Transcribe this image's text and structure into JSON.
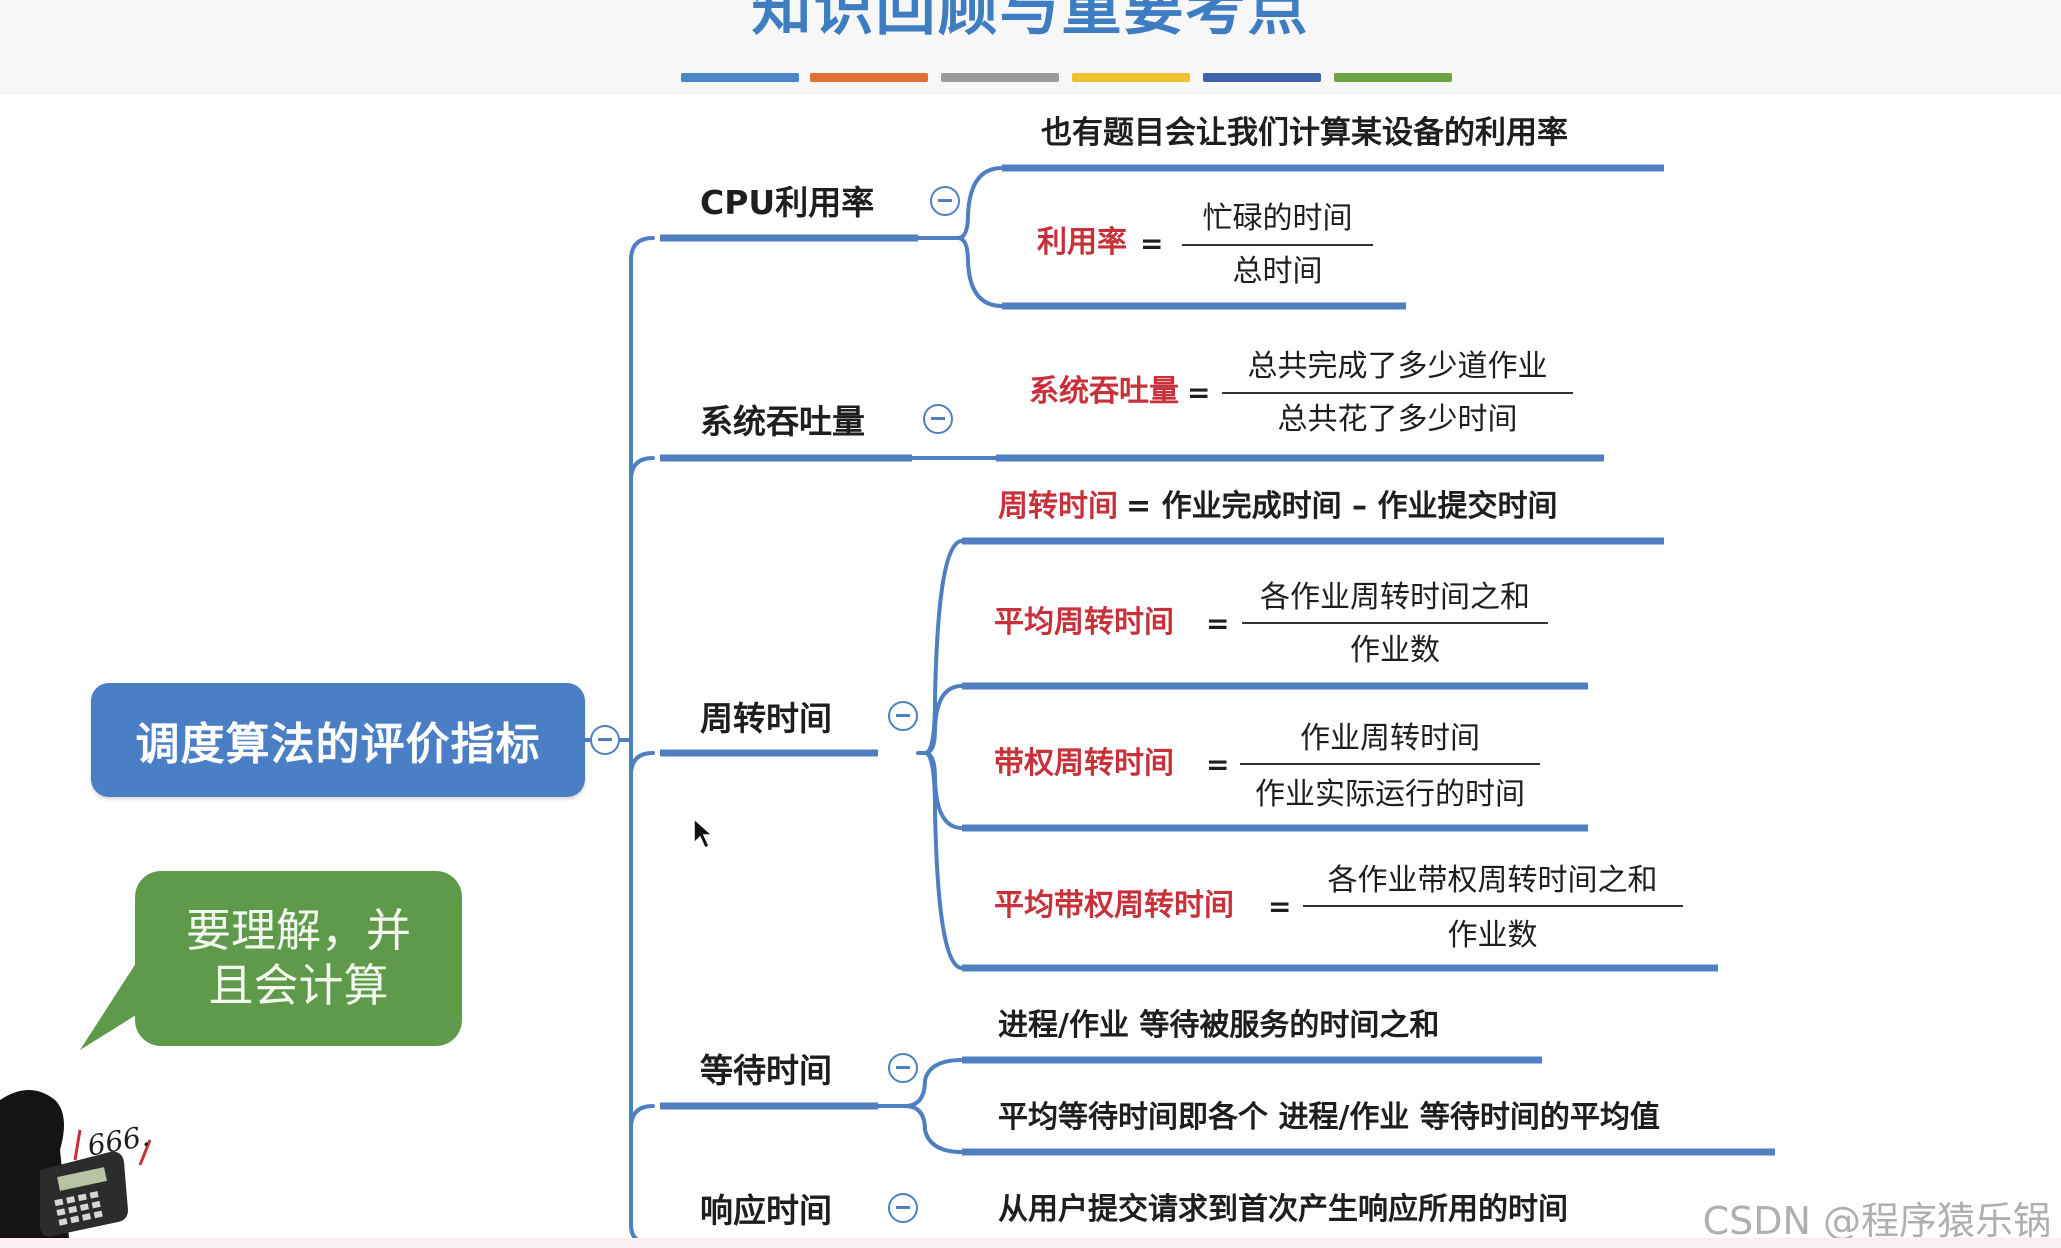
{
  "slide": {
    "title": "知识回顾与重要考点",
    "title_color": "#3e7dc2",
    "underline_colors": [
      "#4a86c8",
      "#e07035",
      "#9b9b9b",
      "#f2c12e",
      "#3f62ab",
      "#6da443"
    ]
  },
  "root": {
    "label": "调度算法的评价指标",
    "color": "#4a7fc6"
  },
  "branches": {
    "cpu": {
      "label": "CPU利用率",
      "note": "也有题目会让我们计算某设备的利用率",
      "formula": {
        "name": "利用率",
        "eq": "=",
        "numerator": "忙碌的时间",
        "denominator": "总时间"
      }
    },
    "throughput": {
      "label": "系统吞吐量",
      "formula": {
        "name": "系统吞吐量",
        "eq": "=",
        "numerator": "总共完成了多少道作业",
        "denominator": "总共花了多少时间"
      }
    },
    "turnaround": {
      "label": "周转时间",
      "def": {
        "name": "周转时间",
        "rest": "= 作业完成时间 – 作业提交时间"
      },
      "avg": {
        "name": "平均周转时间",
        "eq": "=",
        "numerator": "各作业周转时间之和",
        "denominator": "作业数"
      },
      "weighted": {
        "name": "带权周转时间",
        "eq": "=",
        "numerator": "作业周转时间",
        "denominator": "作业实际运行的时间"
      },
      "avg_weighted": {
        "name": "平均带权周转时间",
        "eq": "=",
        "numerator": "各作业带权周转时间之和",
        "denominator": "作业数"
      }
    },
    "waiting": {
      "label": "等待时间",
      "items": [
        "进程/作业 等待被服务的时间之和",
        "平均等待时间即各个 进程/作业 等待时间的平均值"
      ]
    },
    "response": {
      "label": "响应时间",
      "item": "从用户提交请求到首次产生响应所用的时间"
    }
  },
  "bubble": {
    "line1": "要理解，并",
    "line2": "且会计算",
    "color": "#5f9a4b"
  },
  "calculator_note": "666.",
  "watermark": "CSDN @程序猿乐锅",
  "colors": {
    "line": "#4f7fc0",
    "highlight": "#c8303a"
  }
}
